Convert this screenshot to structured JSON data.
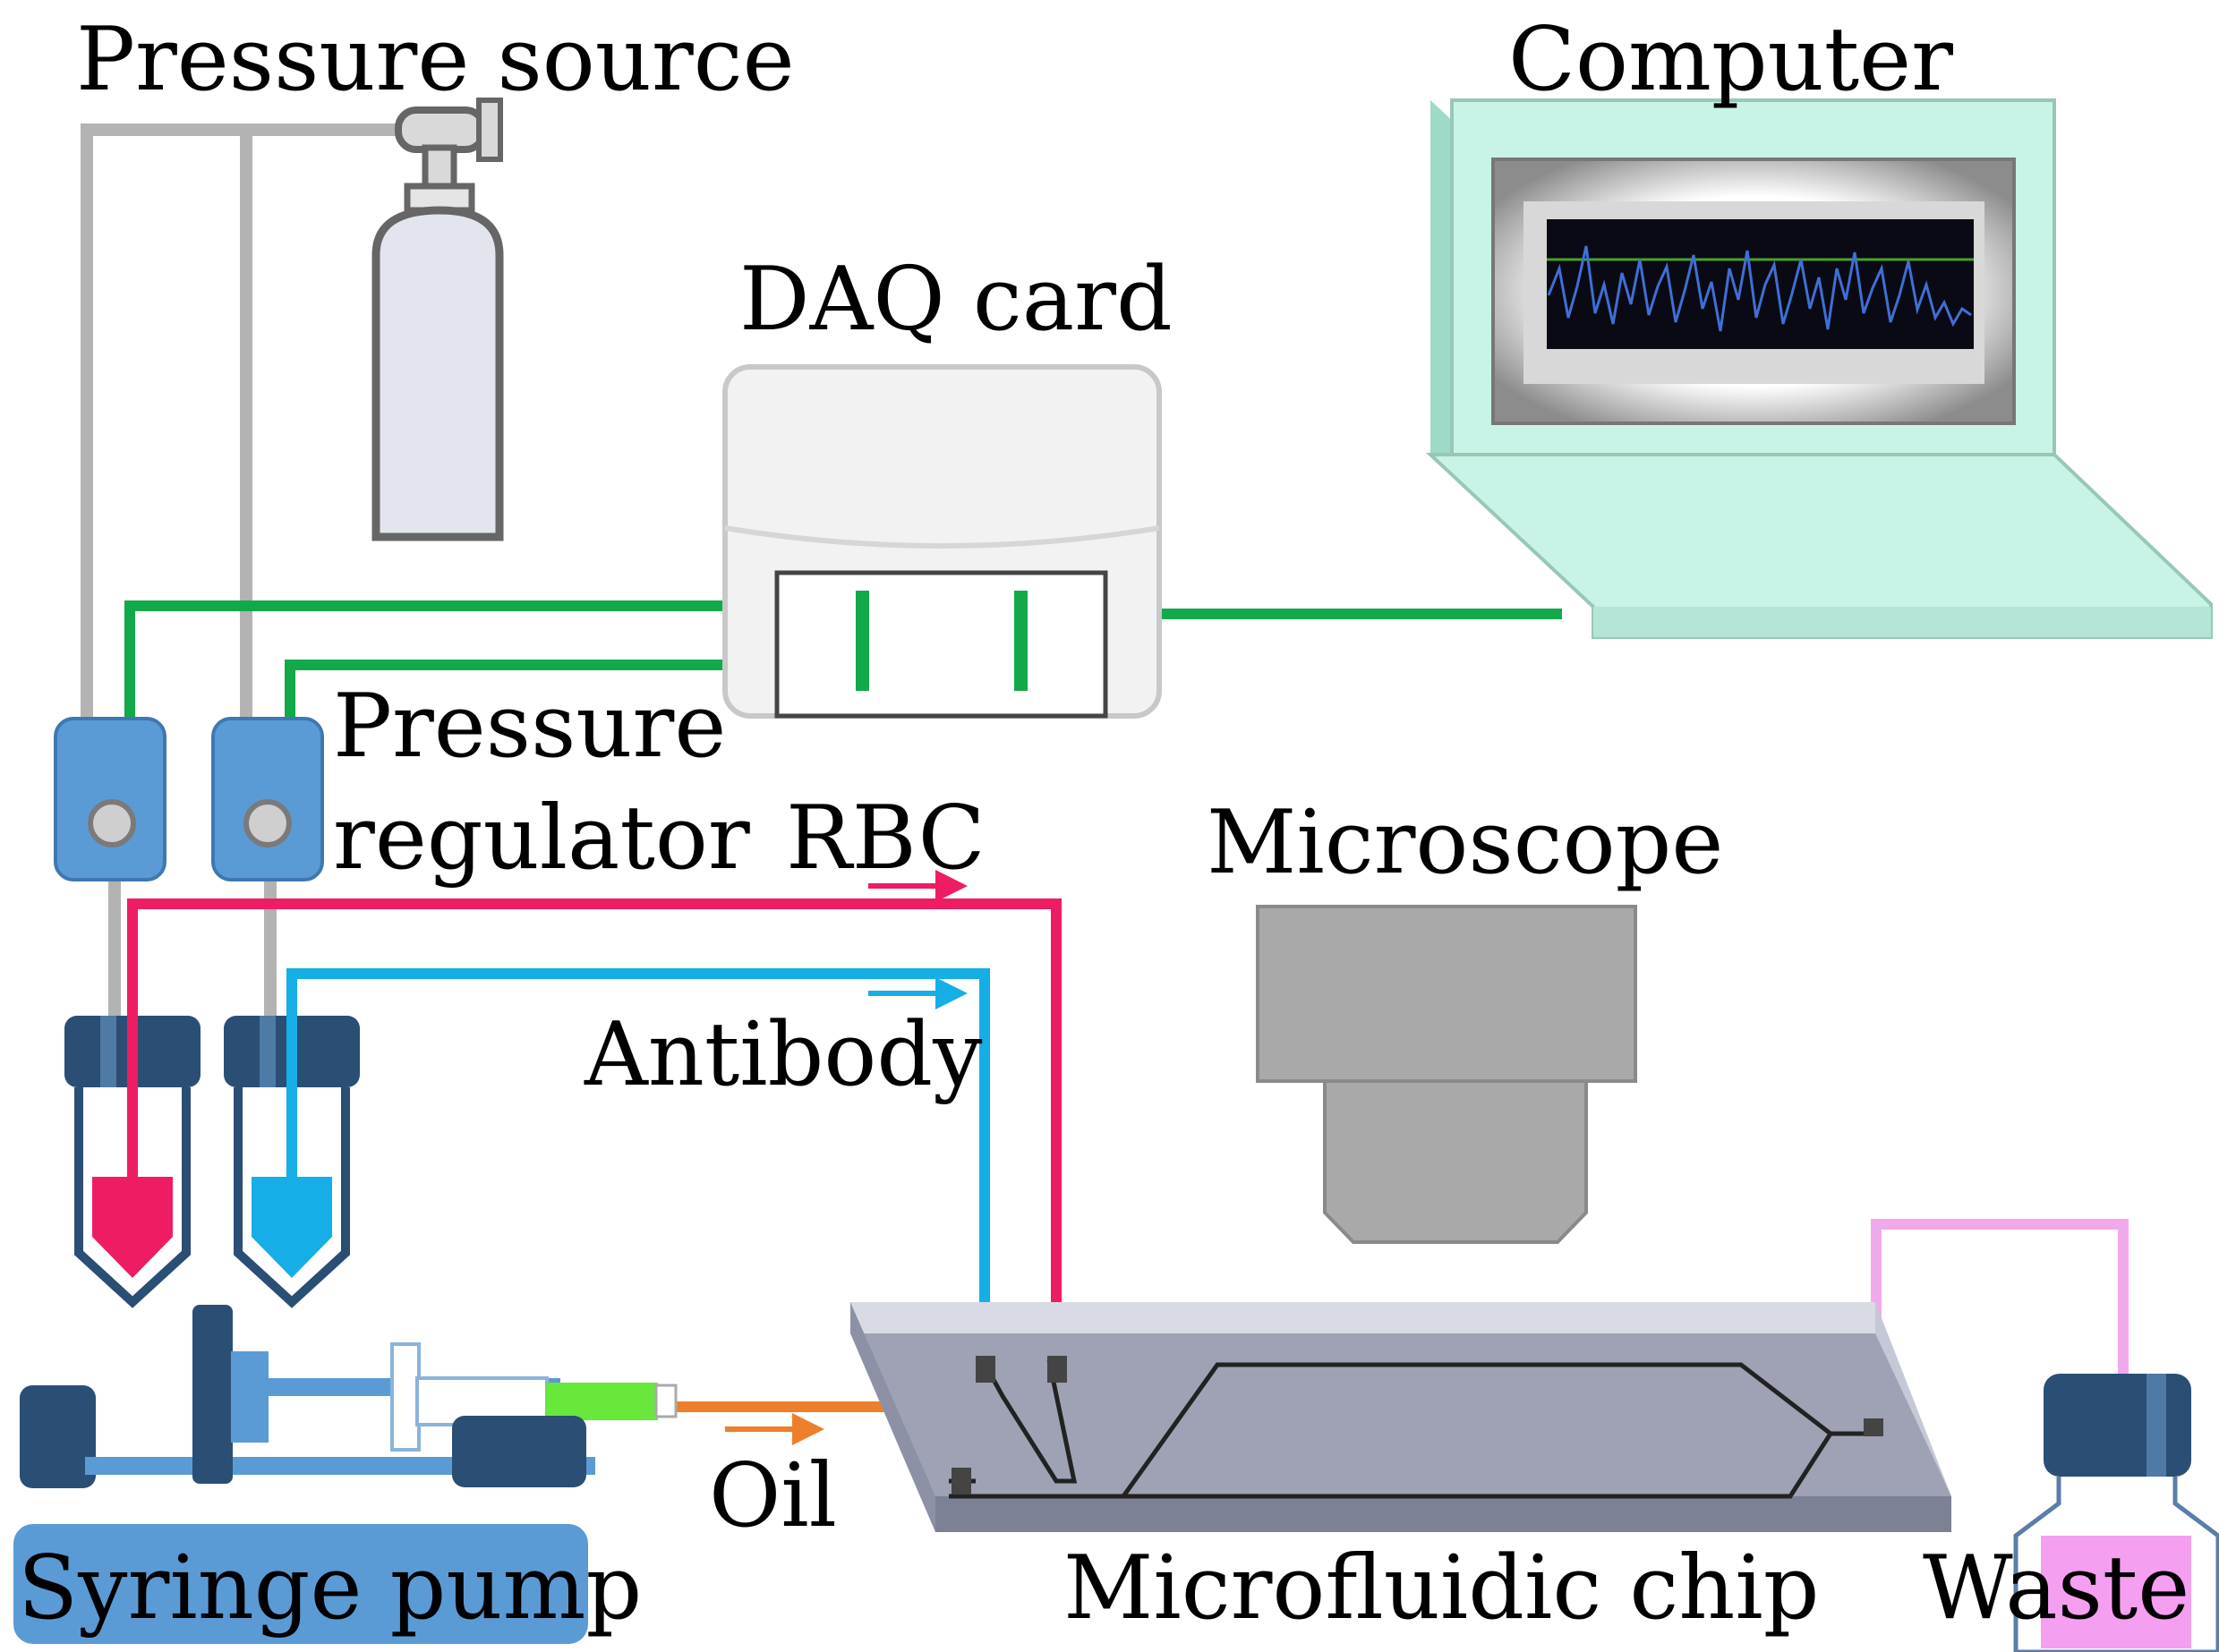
{
  "labels": {
    "pressure_source": "Pressure source",
    "computer": "Computer",
    "daq_card": "DAQ card",
    "pressure_regulator_line1": "Pressure",
    "pressure_regulator_line2": "regulator",
    "rbc": "RBC",
    "microscope": "Microscope",
    "antibody": "Antibody",
    "oil": "Oil",
    "syringe_pump": "Syringe pump",
    "microfluidic_chip": "Microfluidic chip",
    "waste": "Waste"
  },
  "colors": {
    "pneumatic_line": "#b3b3b3",
    "signal_line": "#12a94a",
    "rbc_line": "#ee1d63",
    "antibody_line": "#15aee6",
    "oil_line": "#ee7f2a",
    "waste_line": "#f2a9ec",
    "regulator_body": "#5b9bd5",
    "cap_dark": "#2b4e75",
    "laptop": "#c9f3e6",
    "chip": "#9ea2b4",
    "microscope": "#a9a9a9",
    "pump_label_bg": "#5b9bd5"
  },
  "icons": {
    "gas_cylinder": "gas-cylinder-icon",
    "laptop": "laptop-icon",
    "daq": "daq-card-icon",
    "microscope": "microscope-icon",
    "syringe_pump": "syringe-pump-icon",
    "waste_bottle": "waste-bottle-icon"
  }
}
